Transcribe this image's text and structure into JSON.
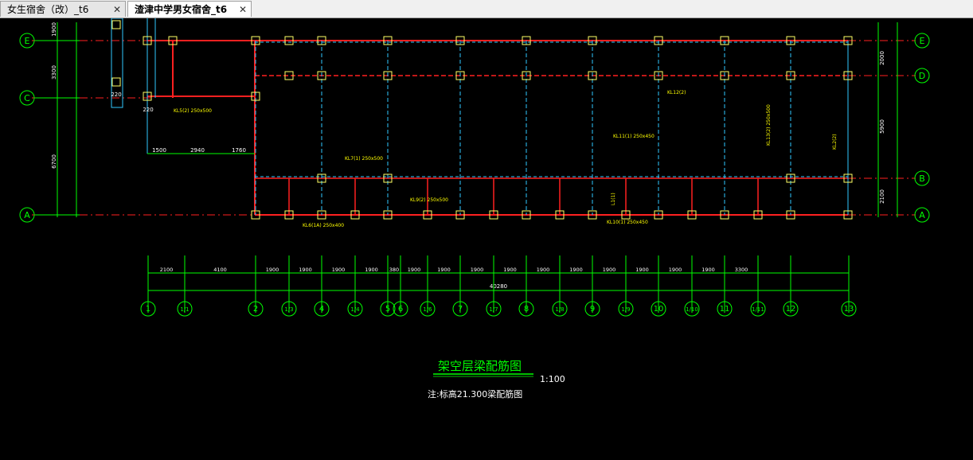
{
  "tabs": [
    {
      "label": "女生宿舍（改）_t6",
      "close": "✕",
      "active": false
    },
    {
      "label": "渣津中学男女宿舍_t6",
      "close": "✕",
      "active": true
    }
  ],
  "left_axes": [
    {
      "label": "E"
    },
    {
      "label": "C"
    },
    {
      "label": "A"
    }
  ],
  "right_axes": [
    {
      "label": "E"
    },
    {
      "label": "D"
    },
    {
      "label": "B"
    },
    {
      "label": "A"
    }
  ],
  "left_dims": [
    "1900",
    "3300",
    "6700"
  ],
  "right_dims": [
    "2000",
    "5900",
    "2100"
  ],
  "plan_dims": [
    "1500",
    "2940",
    "1760"
  ],
  "col_dim_220": [
    "220",
    "220"
  ],
  "bottom_axes": [
    "1",
    "1/1",
    "2",
    "1/3",
    "4",
    "1/4",
    "5",
    "6",
    "1/6",
    "7",
    "1/7",
    "8",
    "1/8",
    "9",
    "1/9",
    "10",
    "1/10",
    "11",
    "1/11",
    "12",
    "13"
  ],
  "bottom_dims": [
    "2100",
    "4100",
    "1900",
    "1900",
    "1900",
    "1900",
    "380",
    "1900",
    "1900",
    "1900",
    "1900",
    "1900",
    "1900",
    "1900",
    "1900",
    "1900",
    "1900",
    "3300"
  ],
  "total_dim": "40280",
  "title": "架空层梁配筋图",
  "scale": "1:100",
  "note": "注:标高21.300梁配筋图",
  "beam_notes": [
    "KL5(2) 250x500",
    "KL6(1A) 250x400",
    "KL7(1) 250x500",
    "KL9(2) 250x500",
    "KL10(1) 250x450",
    "KL11(1) 250x450",
    "L1(1)",
    "KL12(2)",
    "KL13(2) 250x500",
    "KL2(2)"
  ],
  "colors": {
    "background": "#000000",
    "axis": "#00ff00",
    "beam_red": "#ff2020",
    "beam_cyan": "#30c8ff",
    "text_yellow": "#ffff00",
    "column": "#ffff66",
    "title": "#00ff00"
  }
}
